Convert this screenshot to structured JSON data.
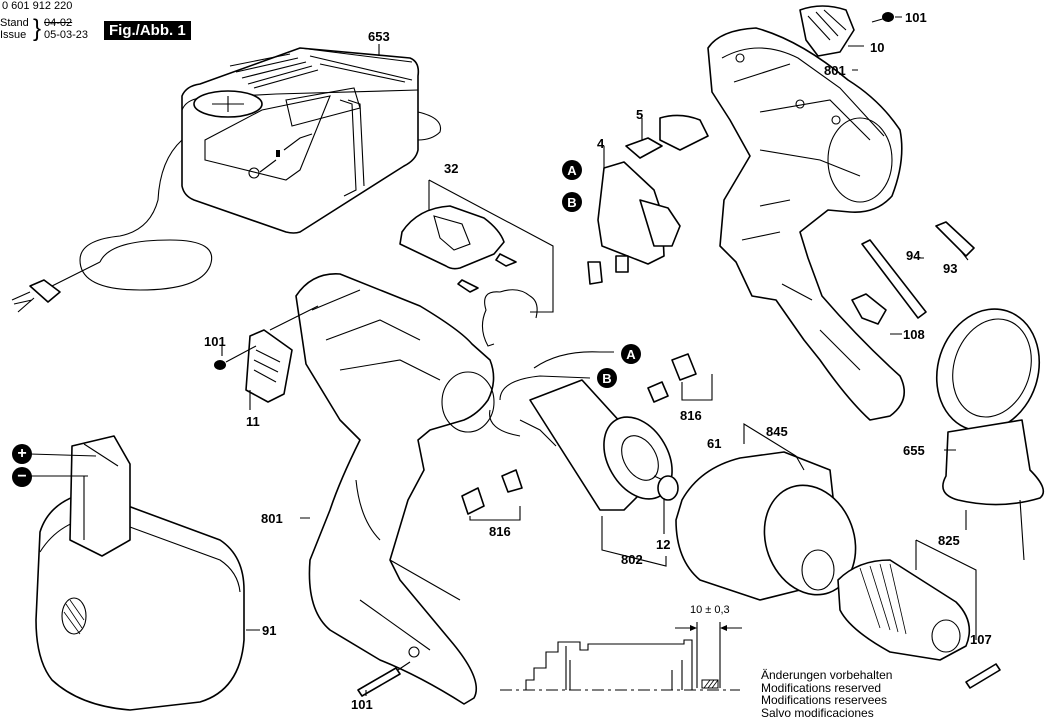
{
  "header": {
    "doc_number": "0 601 912 220",
    "stand_label": "Stand",
    "issue_label": "Issue",
    "stand_value": "04-02",
    "issue_value": "05-03-23",
    "figure_label": "Fig./Abb. 1"
  },
  "parts": {
    "charger": "653",
    "switch_cover": "32",
    "switch": "4",
    "switch_trigger": "5",
    "screw_top": "101",
    "cap_right": "10",
    "housing_right": "801",
    "housing_left": "801",
    "screw_cap_left": "101",
    "cap_left": "11",
    "screw_bottom": "101",
    "battery": "91",
    "bit_holder": "94",
    "screwdriver_bit": "93",
    "bit_clip": "108",
    "motor": "802",
    "carbon_brush_top": "816",
    "carbon_brush_bottom": "816",
    "pinion": "12",
    "gearbox": "61",
    "gearbox_assembly": "845",
    "drill_chuck": "825",
    "chuck_screw": "107",
    "belt_holder": "655"
  },
  "connectors": {
    "a": "A",
    "b": "B",
    "a_motor": "A",
    "b_motor": "B"
  },
  "battery_terminals": {
    "plus": "+",
    "minus": "−"
  },
  "dimension": {
    "tolerance": "10 ± 0,3"
  },
  "notes": [
    "Änderungen vorbehalten",
    "Modifications reserved",
    "Modifications reservees",
    "Salvo modificaciones"
  ]
}
